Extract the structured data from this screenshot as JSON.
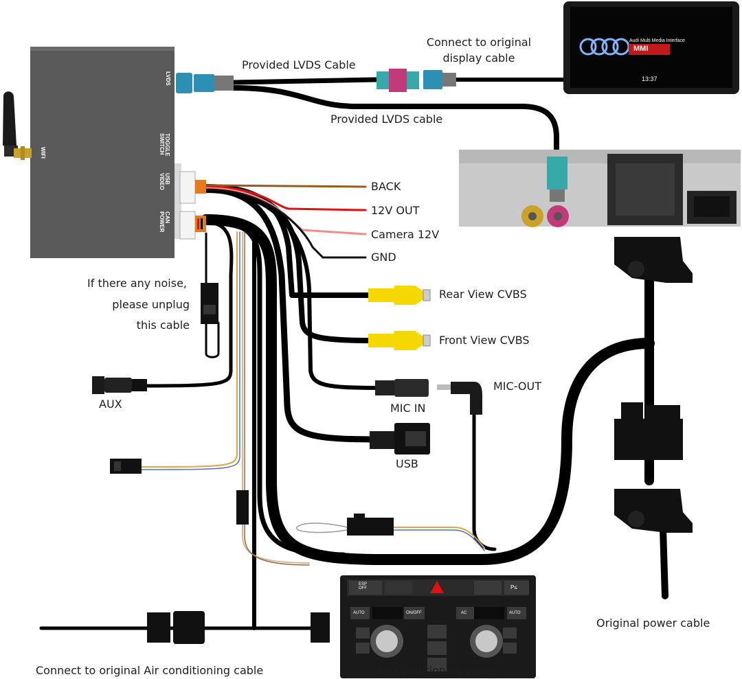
{
  "box_ports": {
    "lvds": "LVDS",
    "toggle": "TOGGLE\nSWITCH",
    "usb_video": "USB\nVIDEO",
    "can_power": "CAN\nPOWER",
    "wifi": "WIFI"
  },
  "screen": {
    "brand_line": "Audi Multi Media Interface",
    "mmi": "MMI",
    "clock": "13:37"
  },
  "labels": {
    "provided_lvds_cable_top": "Provided LVDS Cable",
    "connect_display_1": "Connect to original",
    "connect_display_2": "display cable",
    "provided_lvds_cable_2": "Provided LVDS cable",
    "back": "BACK",
    "out_12v": "12V OUT",
    "camera_12v": "Camera 12V",
    "gnd": "GND",
    "noise_1": "If there any noise,",
    "noise_2": "please unplug",
    "noise_3": "this cable",
    "rear_view": "Rear View CVBS",
    "front_view": "Front View CVBS",
    "mic_out": "MIC-OUT",
    "aux": "AUX",
    "mic_in": "MIC IN",
    "usb": "USB",
    "original_power": "Original power cable",
    "connect_ac": "Connect to original Air conditioning cable",
    "ac_panel": "Air conditioning panel"
  },
  "ac_buttons": {
    "esp": "ESP\nOFF",
    "p": "P≤",
    "auto_left": "AUTO",
    "on_off": "ON/OFF",
    "ac": "AC",
    "auto_right": "AUTO"
  },
  "colors": {
    "box": "#5a5a5a",
    "cable": "#000000",
    "lvds_blue": "#2e8fb5",
    "fakra_pink": "#c23a7a",
    "fakra_teal": "#36a9a8",
    "fakra_yellow": "#c9a227",
    "rca_yellow": "#f5d800",
    "wire_red": "#e01010",
    "wire_brown": "#9a5a1e",
    "wire_pink": "#f28c8c",
    "wire_orange": "#e6a23c"
  }
}
